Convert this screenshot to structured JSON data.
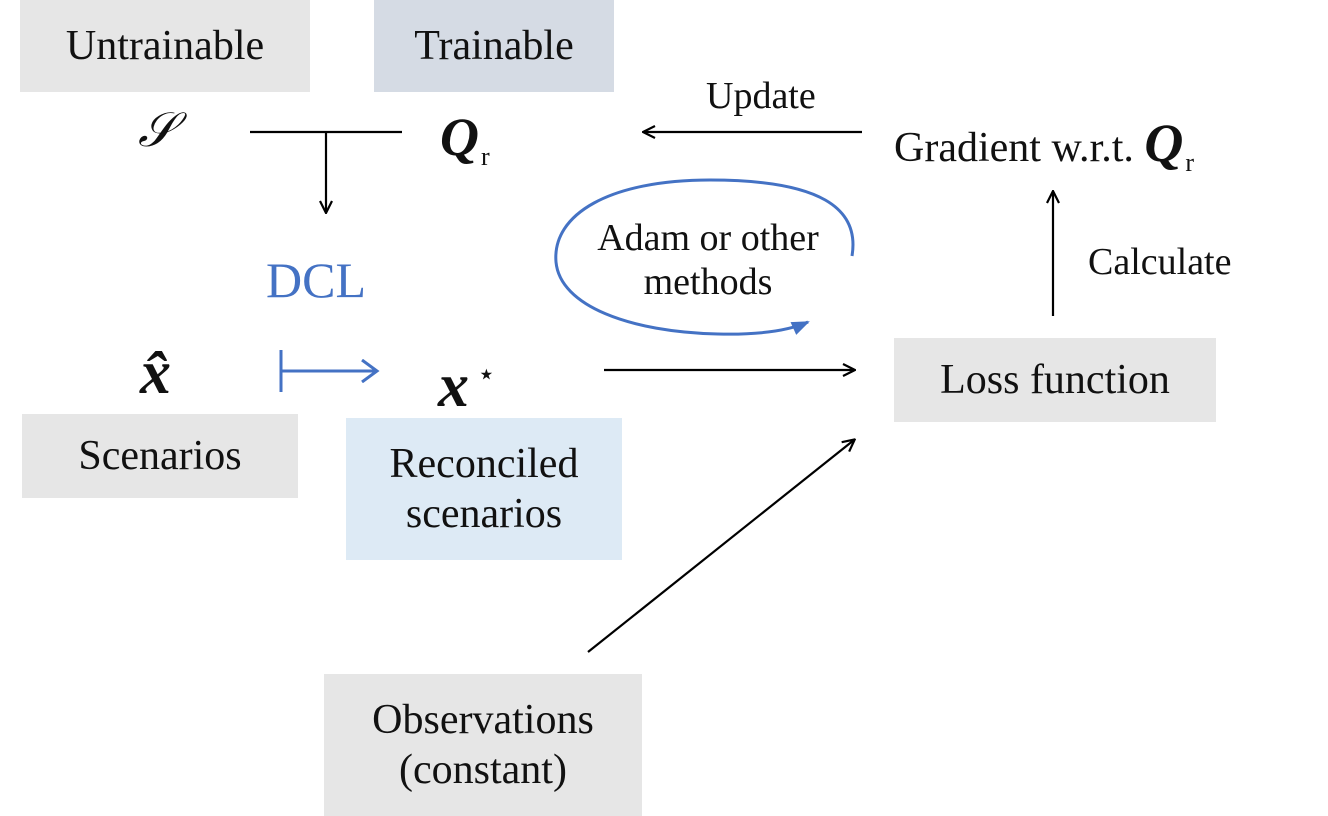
{
  "boxes": {
    "untrainable": "Untrainable",
    "trainable": "Trainable",
    "scenarios": "Scenarios",
    "reconciled_line1": "Reconciled",
    "reconciled_line2": "scenarios",
    "loss": "Loss function",
    "observations_line1": "Observations",
    "observations_line2": "(constant)"
  },
  "symbols": {
    "s": "𝒮",
    "q": "Q",
    "q_sub": "r",
    "xhat": "x̂",
    "xstar": "x",
    "xstar_sup": "⋆",
    "gradient_prefix": "Gradient w.r.t.",
    "gradient_q": "Q",
    "gradient_sub": "r"
  },
  "labels": {
    "update": "Update",
    "calculate": "Calculate",
    "dcl": "DCL",
    "adam_line1": "Adam or other",
    "adam_line2": "methods"
  },
  "colors": {
    "accent": "#4472c4",
    "gray_box": "#e6e6e6",
    "trainable_box": "#d5dbe4",
    "reconciled_box": "#ddeaf5"
  }
}
